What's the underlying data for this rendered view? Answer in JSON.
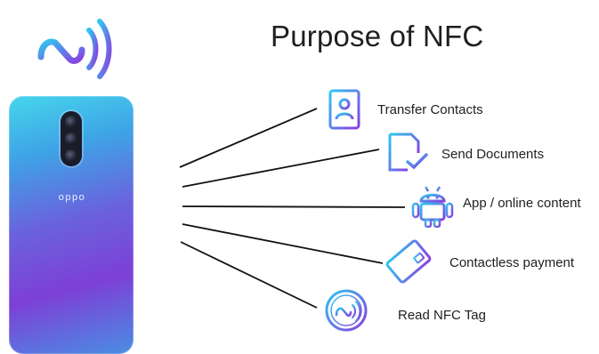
{
  "title": "Purpose of NFC",
  "phone": {
    "brand": "oppo"
  },
  "items": [
    {
      "label": "Transfer Contacts",
      "icon": "contacts-book-icon"
    },
    {
      "label": "Send Documents",
      "icon": "document-check-icon"
    },
    {
      "label": "App / online content",
      "icon": "android-robot-icon"
    },
    {
      "label": "Contactless payment",
      "icon": "credit-card-icon"
    },
    {
      "label": "Read NFC Tag",
      "icon": "nfc-tag-icon"
    }
  ],
  "colors": {
    "icon_gradient_start": "#2fc6f0",
    "icon_gradient_end": "#8b3fe0",
    "text": "#1f1f1f"
  }
}
